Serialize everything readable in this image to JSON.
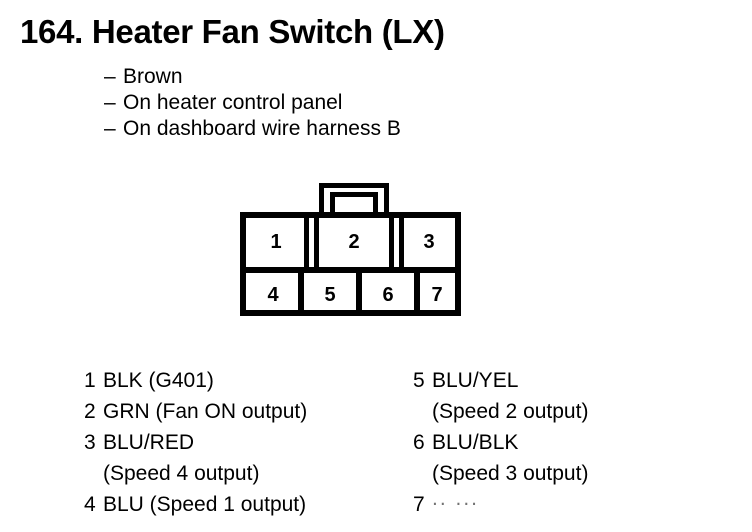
{
  "title": "164. Heater Fan Switch (LX)",
  "description": {
    "dash": "–",
    "items": [
      "Brown",
      "On heater control panel",
      "On dashboard wire harness B"
    ]
  },
  "connector": {
    "name": "7-pin connector face view",
    "top_row": [
      "1",
      "2",
      "3"
    ],
    "bottom_row": [
      "4",
      "5",
      "6",
      "7"
    ]
  },
  "legend": {
    "left": [
      {
        "pin": "1",
        "text": "BLK (G401)",
        "cont": ""
      },
      {
        "pin": "2",
        "text": "GRN (Fan ON output)",
        "cont": ""
      },
      {
        "pin": "3",
        "text": "BLU/RED",
        "cont": "(Speed 4 output)"
      },
      {
        "pin": "4",
        "text": "BLU (Speed 1 output)",
        "cont": ""
      }
    ],
    "right": [
      {
        "pin": "5",
        "text": "BLU/YEL",
        "cont": "(Speed 2 output)"
      },
      {
        "pin": "6",
        "text": "BLU/BLK",
        "cont": "(Speed 3 output)"
      },
      {
        "pin": "7",
        "text": "..  ...",
        "cont": ""
      }
    ]
  }
}
